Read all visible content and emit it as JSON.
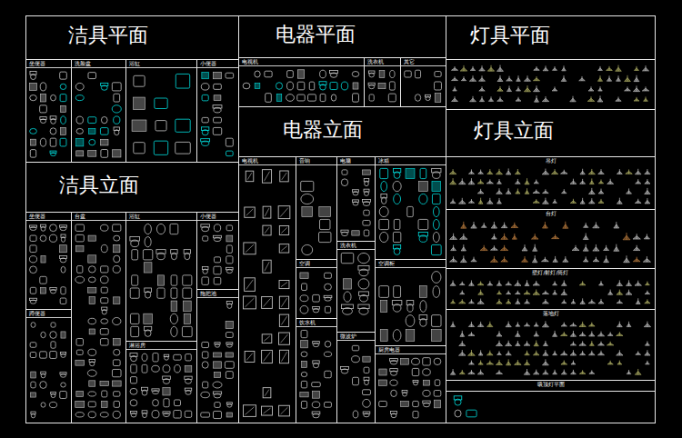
{
  "diagram": {
    "nodes": [
      {
        "text": [
          "洁具平面"
        ]
      },
      {
        "text": [
          "电器平面"
        ]
      },
      {
        "text": [
          "灯具平面"
        ]
      },
      {
        "text": [
          "坐便器"
        ]
      },
      {
        "text": [
          "洗脸盆"
        ]
      },
      {
        "text": [
          "浴缸"
        ]
      },
      {
        "text": [
          "小便器"
        ]
      },
      {
        "text": [
          "电视机"
        ]
      },
      {
        "text": [
          "洗衣机"
        ]
      },
      {
        "text": [
          "其它"
        ]
      },
      {
        "text": [
          "电器立面"
        ]
      },
      {
        "text": [
          "灯具立面"
        ]
      },
      {
        "text": [
          "洁具立面"
        ]
      },
      {
        "text": [
          "坐便器"
        ]
      },
      {
        "text": [
          "蹲便器"
        ]
      },
      {
        "text": [
          "台盆"
        ]
      },
      {
        "text": [
          "浴缸"
        ]
      },
      {
        "text": [
          "淋浴房"
        ]
      },
      {
        "text": [
          "小便器"
        ]
      },
      {
        "text": [
          "拖把池"
        ]
      },
      {
        "text": [
          "电视机"
        ]
      },
      {
        "text": [
          "音响"
        ]
      },
      {
        "text": [
          "空调"
        ]
      },
      {
        "text": [
          "饮水机"
        ]
      },
      {
        "text": [
          "电脑"
        ]
      },
      {
        "text": [
          "洗衣机"
        ]
      },
      {
        "text": [
          "微波炉"
        ]
      },
      {
        "text": [
          "冰箱"
        ]
      },
      {
        "text": [
          "空调柜"
        ]
      },
      {
        "text": [
          "厨房电器"
        ]
      },
      {
        "text": [
          "吊灯"
        ]
      },
      {
        "text": [
          "台灯"
        ]
      },
      {
        "text": [
          "壁灯/射灯/筒灯"
        ]
      },
      {
        "text": [
          "落地灯"
        ]
      },
      {
        "text": [
          "吸顶灯平面"
        ]
      }
    ]
  }
}
